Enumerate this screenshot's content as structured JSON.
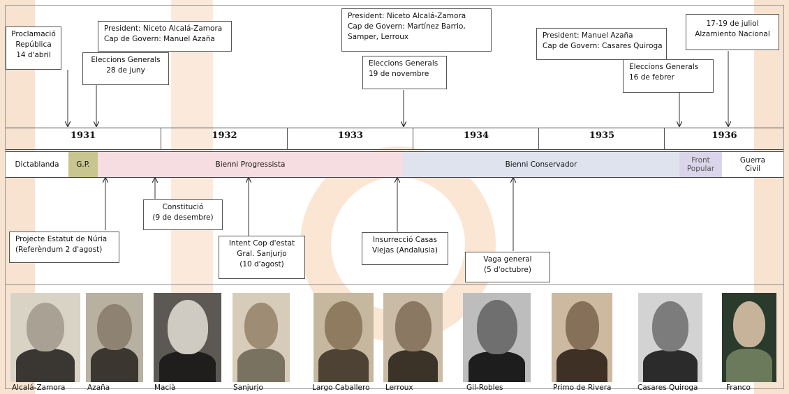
{
  "colors": {
    "watermark": "#f6dcc6",
    "gp": "#c9c58f",
    "bienni_progressista": "#f6dde2",
    "bienni_conservador": "#dfe3ee",
    "front_popular": "#dad5ea"
  },
  "events_above": {
    "proclamacio": [
      "Proclamació",
      "República",
      "14 d'abril"
    ],
    "govern_1931": [
      "President: Niceto Alcalá-Zamora",
      "Cap de Govern: Manuel Azaña"
    ],
    "eleccions_1931": [
      "Eleccions Generals",
      "28 de juny"
    ],
    "govern_1933": [
      "President: Niceto Alcalá-Zamora",
      "Cap de Govern: Martínez Barrio,",
      "Samper, Lerroux"
    ],
    "eleccions_1933": [
      "Eleccions Generals",
      "19 de novembre"
    ],
    "govern_1936": [
      "President: Manuel Azaña",
      "Cap de Govern: Casares Quiroga"
    ],
    "eleccions_1936": [
      "Eleccions Generals",
      "16 de febrer"
    ],
    "alzamiento": [
      "17-19 de juliol",
      "Alzamiento Nacional"
    ]
  },
  "years": [
    "1931",
    "1932",
    "1933",
    "1934",
    "1935",
    "1936"
  ],
  "periods": {
    "dictablanda": "Dictablanda",
    "gp": "G.P.",
    "bienni_progressista": "Bienni Progressista",
    "bienni_conservador": "Bienni Conservador",
    "front_popular": [
      "Front",
      "Popular"
    ],
    "guerra_civil": [
      "Guerra",
      "Civil"
    ]
  },
  "events_below": {
    "estatut": [
      "Projecte Estatut de Núria",
      "(Referèndum 2 d'agost)"
    ],
    "constitucio": [
      "Constitució",
      "(9 de desembre)"
    ],
    "sanjurjada": [
      "Intent Cop d'estat",
      "Gral. Sanjurjo",
      "(10 d'agost)"
    ],
    "casas_viejas": [
      "Insurrecció Casas",
      "Viejas (Andalusia)"
    ],
    "vaga": [
      "Vaga general",
      "(5 d'octubre)"
    ]
  },
  "people": [
    "Alcalá-Zamora",
    "Azaña",
    "Macià",
    "Sanjurjo",
    "Largo Caballero",
    "Lerroux",
    "Gil-Robles",
    "Primo de Rivera",
    "Casares Quiroga",
    "Franco"
  ]
}
